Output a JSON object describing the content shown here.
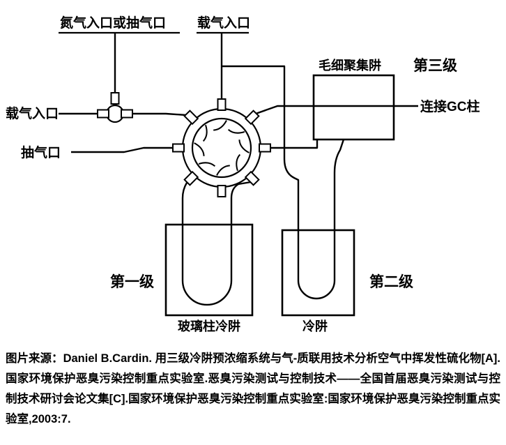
{
  "diagram": {
    "labels": {
      "nitrogen_or_pump_inlet": "氮气入口或抽气口",
      "carrier_gas_inlet_top": "载气入口",
      "carrier_gas_inlet_left": "载气入口",
      "pump_port": "抽气口",
      "capillary_trap": "毛细聚集阱",
      "stage3": "第三级",
      "gc_column": "连接GC柱",
      "stage1": "第一级",
      "stage2": "第二级",
      "glass_column_trap": "玻璃柱冷阱",
      "cold_trap": "冷阱"
    },
    "colors": {
      "stage_label": "#e60012",
      "line": "#000000"
    }
  },
  "caption": {
    "text": "图片来源：Daniel B.Cardin. 用三级冷阱预浓缩系统与气-质联用技术分析空气中挥发性硫化物[A]. 国家环境保护恶臭污染控制重点实验室.恶臭污染测试与控制技术——全国首届恶臭污染测试与控制技术研讨会论文集[C].国家环境保护恶臭污染控制重点实验室:国家环境保护恶臭污染控制重点实验室,2003:7."
  }
}
